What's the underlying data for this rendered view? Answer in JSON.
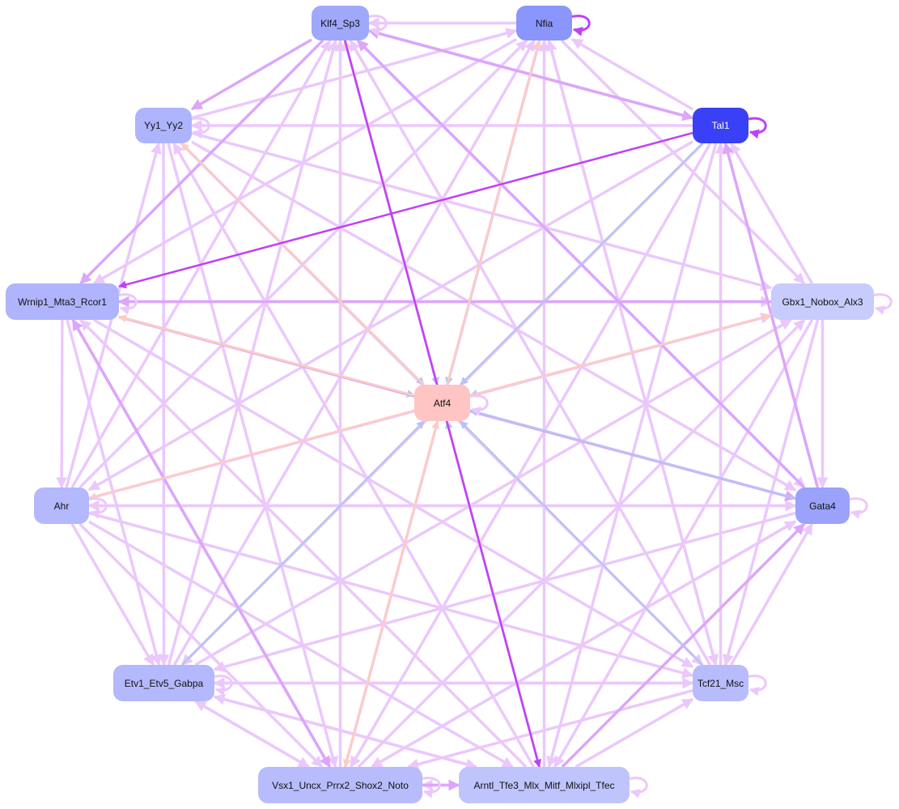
{
  "nodes": {
    "klf4": {
      "label": "Klf4_Sp3",
      "color": "#a0a8fc"
    },
    "nfia": {
      "label": "Nfia",
      "color": "#8a96fc"
    },
    "tal1": {
      "label": "Tal1",
      "color": "#3a40f5"
    },
    "yy1": {
      "label": "Yy1_Yy2",
      "color": "#aeb4fc"
    },
    "wrnip1": {
      "label": "Wrnip1_Mta3_Rcor1",
      "color": "#b0b4fc"
    },
    "gbx1": {
      "label": "Gbx1_Nobox_Alx3",
      "color": "#c8ccfc"
    },
    "atf4": {
      "label": "Atf4",
      "color": "#ffc4c4"
    },
    "ahr": {
      "label": "Ahr",
      "color": "#b4b8fc"
    },
    "gata4": {
      "label": "Gata4",
      "color": "#9aa2fc"
    },
    "etv1": {
      "label": "Etv1_Etv5_Gabpa",
      "color": "#b4b8fc"
    },
    "tcf21": {
      "label": "Tcf21_Msc",
      "color": "#b8bcfc"
    },
    "vsx1": {
      "label": "Vsx1_Uncx_Prrx2_Shox2_Noto",
      "color": "#b8bcfc"
    },
    "arntl": {
      "label": "Arntl_Tfe3_Mlx_Mitf_Mlxipl_Tfec",
      "color": "#c0c4fc"
    }
  },
  "edge_colors": {
    "light": "#ebc8fc",
    "mid": "#dca6fa",
    "strong": "#c040f8",
    "blue": "#b8c4f4",
    "salmon": "#ffccc0"
  },
  "edges": [
    [
      "nfia",
      "klf4",
      "light"
    ],
    [
      "klf4",
      "tal1",
      "mid"
    ],
    [
      "tal1",
      "klf4",
      "mid"
    ],
    [
      "tal1",
      "nfia",
      "light"
    ],
    [
      "yy1",
      "nfia",
      "light"
    ],
    [
      "klf4",
      "yy1",
      "mid"
    ],
    [
      "tal1",
      "yy1",
      "light"
    ],
    [
      "tal1",
      "wrnip1",
      "strong"
    ],
    [
      "klf4",
      "wrnip1",
      "mid"
    ],
    [
      "nfia",
      "wrnip1",
      "light"
    ],
    [
      "gbx1",
      "wrnip1",
      "mid"
    ],
    [
      "wrnip1",
      "gbx1",
      "light"
    ],
    [
      "gbx1",
      "tal1",
      "light"
    ],
    [
      "gata4",
      "tal1",
      "mid"
    ],
    [
      "tcf21",
      "tal1",
      "light"
    ],
    [
      "tal1",
      "atf4",
      "blue"
    ],
    [
      "klf4",
      "atf4",
      "blue"
    ],
    [
      "atf4",
      "klf4",
      "salmon"
    ],
    [
      "nfia",
      "atf4",
      "blue"
    ],
    [
      "atf4",
      "nfia",
      "salmon"
    ],
    [
      "wrnip1",
      "atf4",
      "blue"
    ],
    [
      "atf4",
      "wrnip1",
      "salmon"
    ],
    [
      "gbx1",
      "atf4",
      "blue"
    ],
    [
      "atf4",
      "gbx1",
      "salmon"
    ],
    [
      "gata4",
      "atf4",
      "blue"
    ],
    [
      "atf4",
      "ahr",
      "salmon"
    ],
    [
      "etv1",
      "atf4",
      "blue"
    ],
    [
      "vsx1",
      "atf4",
      "salmon"
    ],
    [
      "atf4",
      "vsx1",
      "salmon"
    ],
    [
      "tcf21",
      "atf4",
      "blue"
    ],
    [
      "arntl",
      "atf4",
      "blue"
    ],
    [
      "atf4",
      "arntl",
      "salmon"
    ],
    [
      "yy1",
      "atf4",
      "blue"
    ],
    [
      "atf4",
      "yy1",
      "salmon"
    ],
    [
      "klf4",
      "arntl",
      "strong"
    ],
    [
      "arntl",
      "klf4",
      "light"
    ],
    [
      "vsx1",
      "klf4",
      "light"
    ],
    [
      "etv1",
      "klf4",
      "light"
    ],
    [
      "ahr",
      "klf4",
      "light"
    ],
    [
      "tcf21",
      "klf4",
      "light"
    ],
    [
      "gata4",
      "klf4",
      "mid"
    ],
    [
      "arntl",
      "nfia",
      "light"
    ],
    [
      "vsx1",
      "nfia",
      "light"
    ],
    [
      "etv1",
      "nfia",
      "light"
    ],
    [
      "tcf21",
      "nfia",
      "light"
    ],
    [
      "ahr",
      "nfia",
      "light"
    ],
    [
      "yy1",
      "gbx1",
      "light"
    ],
    [
      "yy1",
      "gata4",
      "light"
    ],
    [
      "yy1",
      "etv1",
      "light"
    ],
    [
      "yy1",
      "vsx1",
      "light"
    ],
    [
      "yy1",
      "tcf21",
      "light"
    ],
    [
      "ahr",
      "yy1",
      "light"
    ],
    [
      "arntl",
      "yy1",
      "light"
    ],
    [
      "wrnip1",
      "ahr",
      "light"
    ],
    [
      "wrnip1",
      "etv1",
      "light"
    ],
    [
      "wrnip1",
      "vsx1",
      "mid"
    ],
    [
      "vsx1",
      "wrnip1",
      "mid"
    ],
    [
      "wrnip1",
      "gata4",
      "mid"
    ],
    [
      "wrnip1",
      "tcf21",
      "light"
    ],
    [
      "arntl",
      "wrnip1",
      "light"
    ],
    [
      "gbx1",
      "gata4",
      "light"
    ],
    [
      "gbx1",
      "tcf21",
      "light"
    ],
    [
      "gbx1",
      "arntl",
      "light"
    ],
    [
      "vsx1",
      "gbx1",
      "light"
    ],
    [
      "etv1",
      "gbx1",
      "light"
    ],
    [
      "ahr",
      "gbx1",
      "light"
    ],
    [
      "gata4",
      "ahr",
      "light"
    ],
    [
      "ahr",
      "gata4",
      "light"
    ],
    [
      "ahr",
      "etv1",
      "light"
    ],
    [
      "ahr",
      "vsx1",
      "light"
    ],
    [
      "ahr",
      "tcf21",
      "light"
    ],
    [
      "ahr",
      "arntl",
      "light"
    ],
    [
      "gata4",
      "etv1",
      "light"
    ],
    [
      "gata4",
      "vsx1",
      "light"
    ],
    [
      "arntl",
      "gata4",
      "mid"
    ],
    [
      "tcf21",
      "gata4",
      "light"
    ],
    [
      "vsx1",
      "gata4",
      "light"
    ],
    [
      "etv1",
      "tcf21",
      "light"
    ],
    [
      "tcf21",
      "etv1",
      "light"
    ],
    [
      "etv1",
      "arntl",
      "light"
    ],
    [
      "arntl",
      "etv1",
      "light"
    ],
    [
      "vsx1",
      "etv1",
      "light"
    ],
    [
      "etv1",
      "vsx1",
      "light"
    ],
    [
      "tcf21",
      "vsx1",
      "light"
    ],
    [
      "arntl",
      "tcf21",
      "light"
    ],
    [
      "vsx1",
      "arntl",
      "mid"
    ],
    [
      "arntl",
      "vsx1",
      "light"
    ],
    [
      "nfia",
      "tcf21",
      "light"
    ],
    [
      "klf4",
      "gata4",
      "light"
    ],
    [
      "nfia",
      "gbx1",
      "light"
    ],
    [
      "tal1",
      "etv1",
      "light"
    ],
    [
      "tal1",
      "vsx1",
      "light"
    ],
    [
      "tal1",
      "arntl",
      "light"
    ],
    [
      "tal1",
      "ahr",
      "light"
    ]
  ],
  "self_loops": [
    "klf4",
    "nfia",
    "tal1",
    "yy1",
    "wrnip1",
    "gbx1",
    "atf4",
    "ahr",
    "gata4",
    "etv1",
    "tcf21",
    "vsx1",
    "arntl"
  ]
}
